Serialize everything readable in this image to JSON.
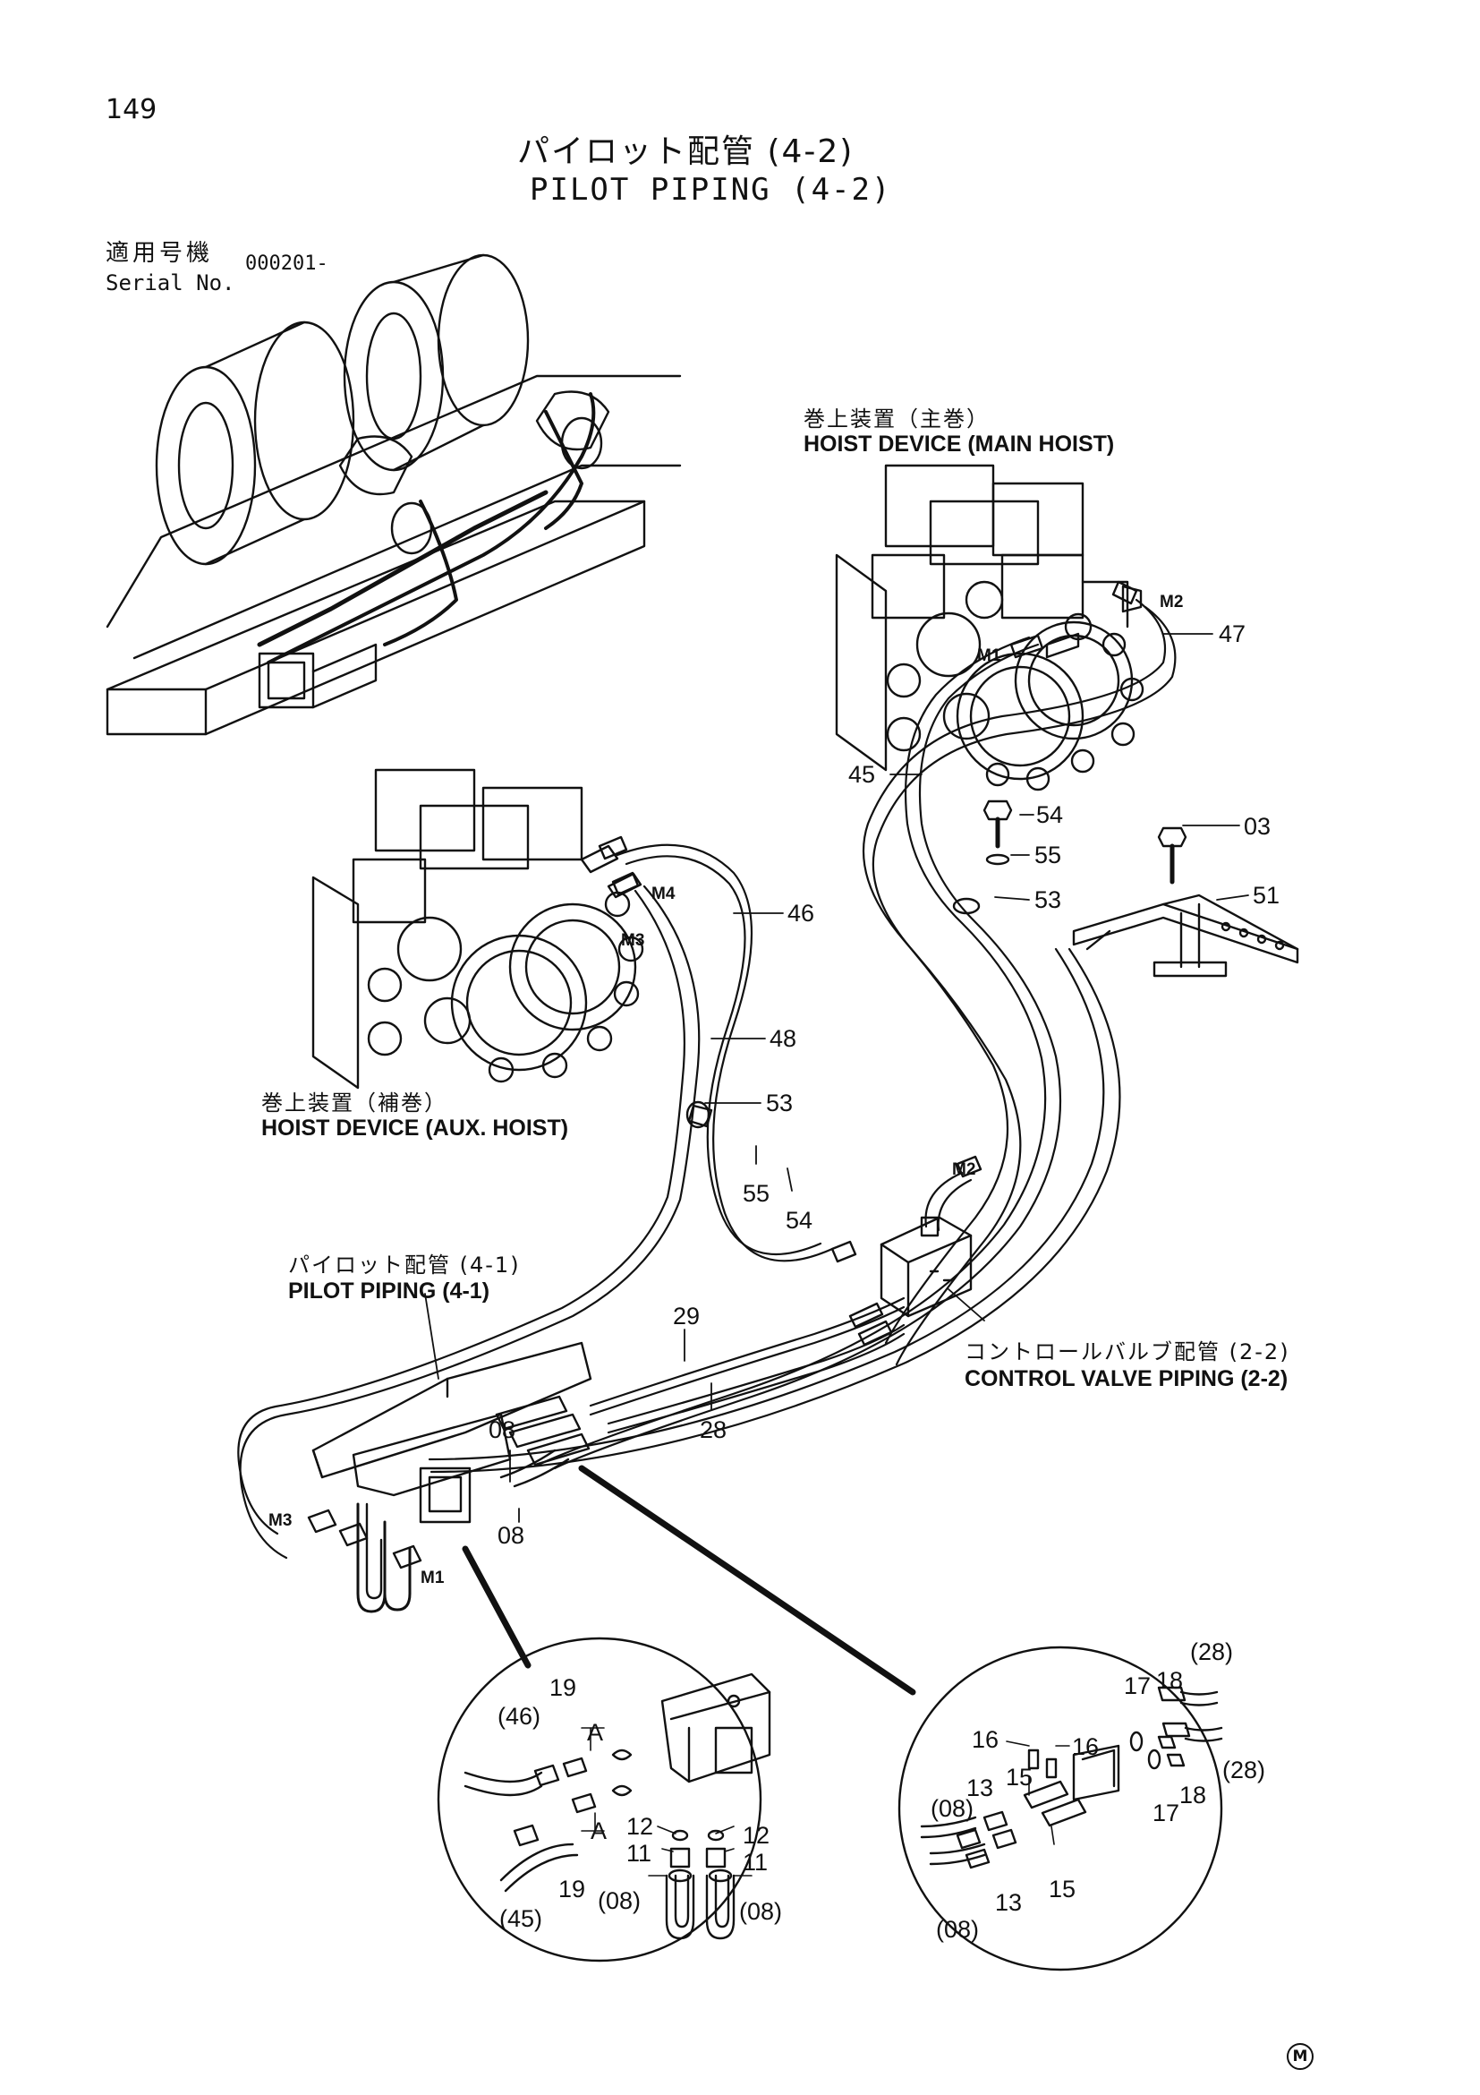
{
  "page_number": "149",
  "title": {
    "jp": "パイロット配管 (4-2)",
    "en": "PILOT PIPING (4-2)"
  },
  "serial": {
    "label_jp": "適用号機",
    "label_en": "Serial No.",
    "value": "000201-"
  },
  "assemblies": {
    "main_hoist": {
      "jp": "巻上装置（主巻）",
      "en": "HOIST DEVICE (MAIN HOIST)"
    },
    "aux_hoist": {
      "jp": "巻上装置（補巻）",
      "en": "HOIST DEVICE (AUX. HOIST)"
    },
    "pilot_piping": {
      "jp": "パイロット配管 (4-1)",
      "en": "PILOT PIPING (4-1)"
    },
    "control_valve": {
      "jp": "コントロールバルブ配管 (2-2)",
      "en": "CONTROL VALVE PIPING (2-2)"
    }
  },
  "ports": {
    "m2_top": "M2",
    "m1_top": "M1",
    "m4": "M4",
    "m3_aux": "M3",
    "m2_valve": "M2",
    "m3_bottom": "M3",
    "m1_bottom": "M1"
  },
  "part_numbers": {
    "p47": "47",
    "p45": "45",
    "p54_top": "54",
    "p55_top": "55",
    "p53_top": "53",
    "p03": "03",
    "p51": "51",
    "p46": "46",
    "p48": "48",
    "p53_mid": "53",
    "p55_mid": "55",
    "p54_mid": "54",
    "p29": "29",
    "p28": "28",
    "p08_a": "08",
    "p08_b": "08"
  },
  "detail_left": {
    "d46": "(46)",
    "d45": "(45)",
    "d19_top": "19",
    "d19_bot": "19",
    "dA_top": "A",
    "dA_bot": "A",
    "d12_l": "12",
    "d12_r": "12",
    "d11_l": "11",
    "d11_r": "11",
    "d08_l": "(08)",
    "d08_r": "(08)"
  },
  "detail_right": {
    "d28_top": "(28)",
    "d28_bot": "(28)",
    "d16_l": "16",
    "d16_r": "16",
    "d17_top": "17",
    "d17_bot": "17",
    "d18_top": "18",
    "d18_bot": "18",
    "d13_top": "13",
    "d13_bot": "13",
    "d15_top": "15",
    "d15_bot": "15",
    "d08_top": "(08)",
    "d08_bot": "(08)"
  },
  "corner_mark": "M"
}
